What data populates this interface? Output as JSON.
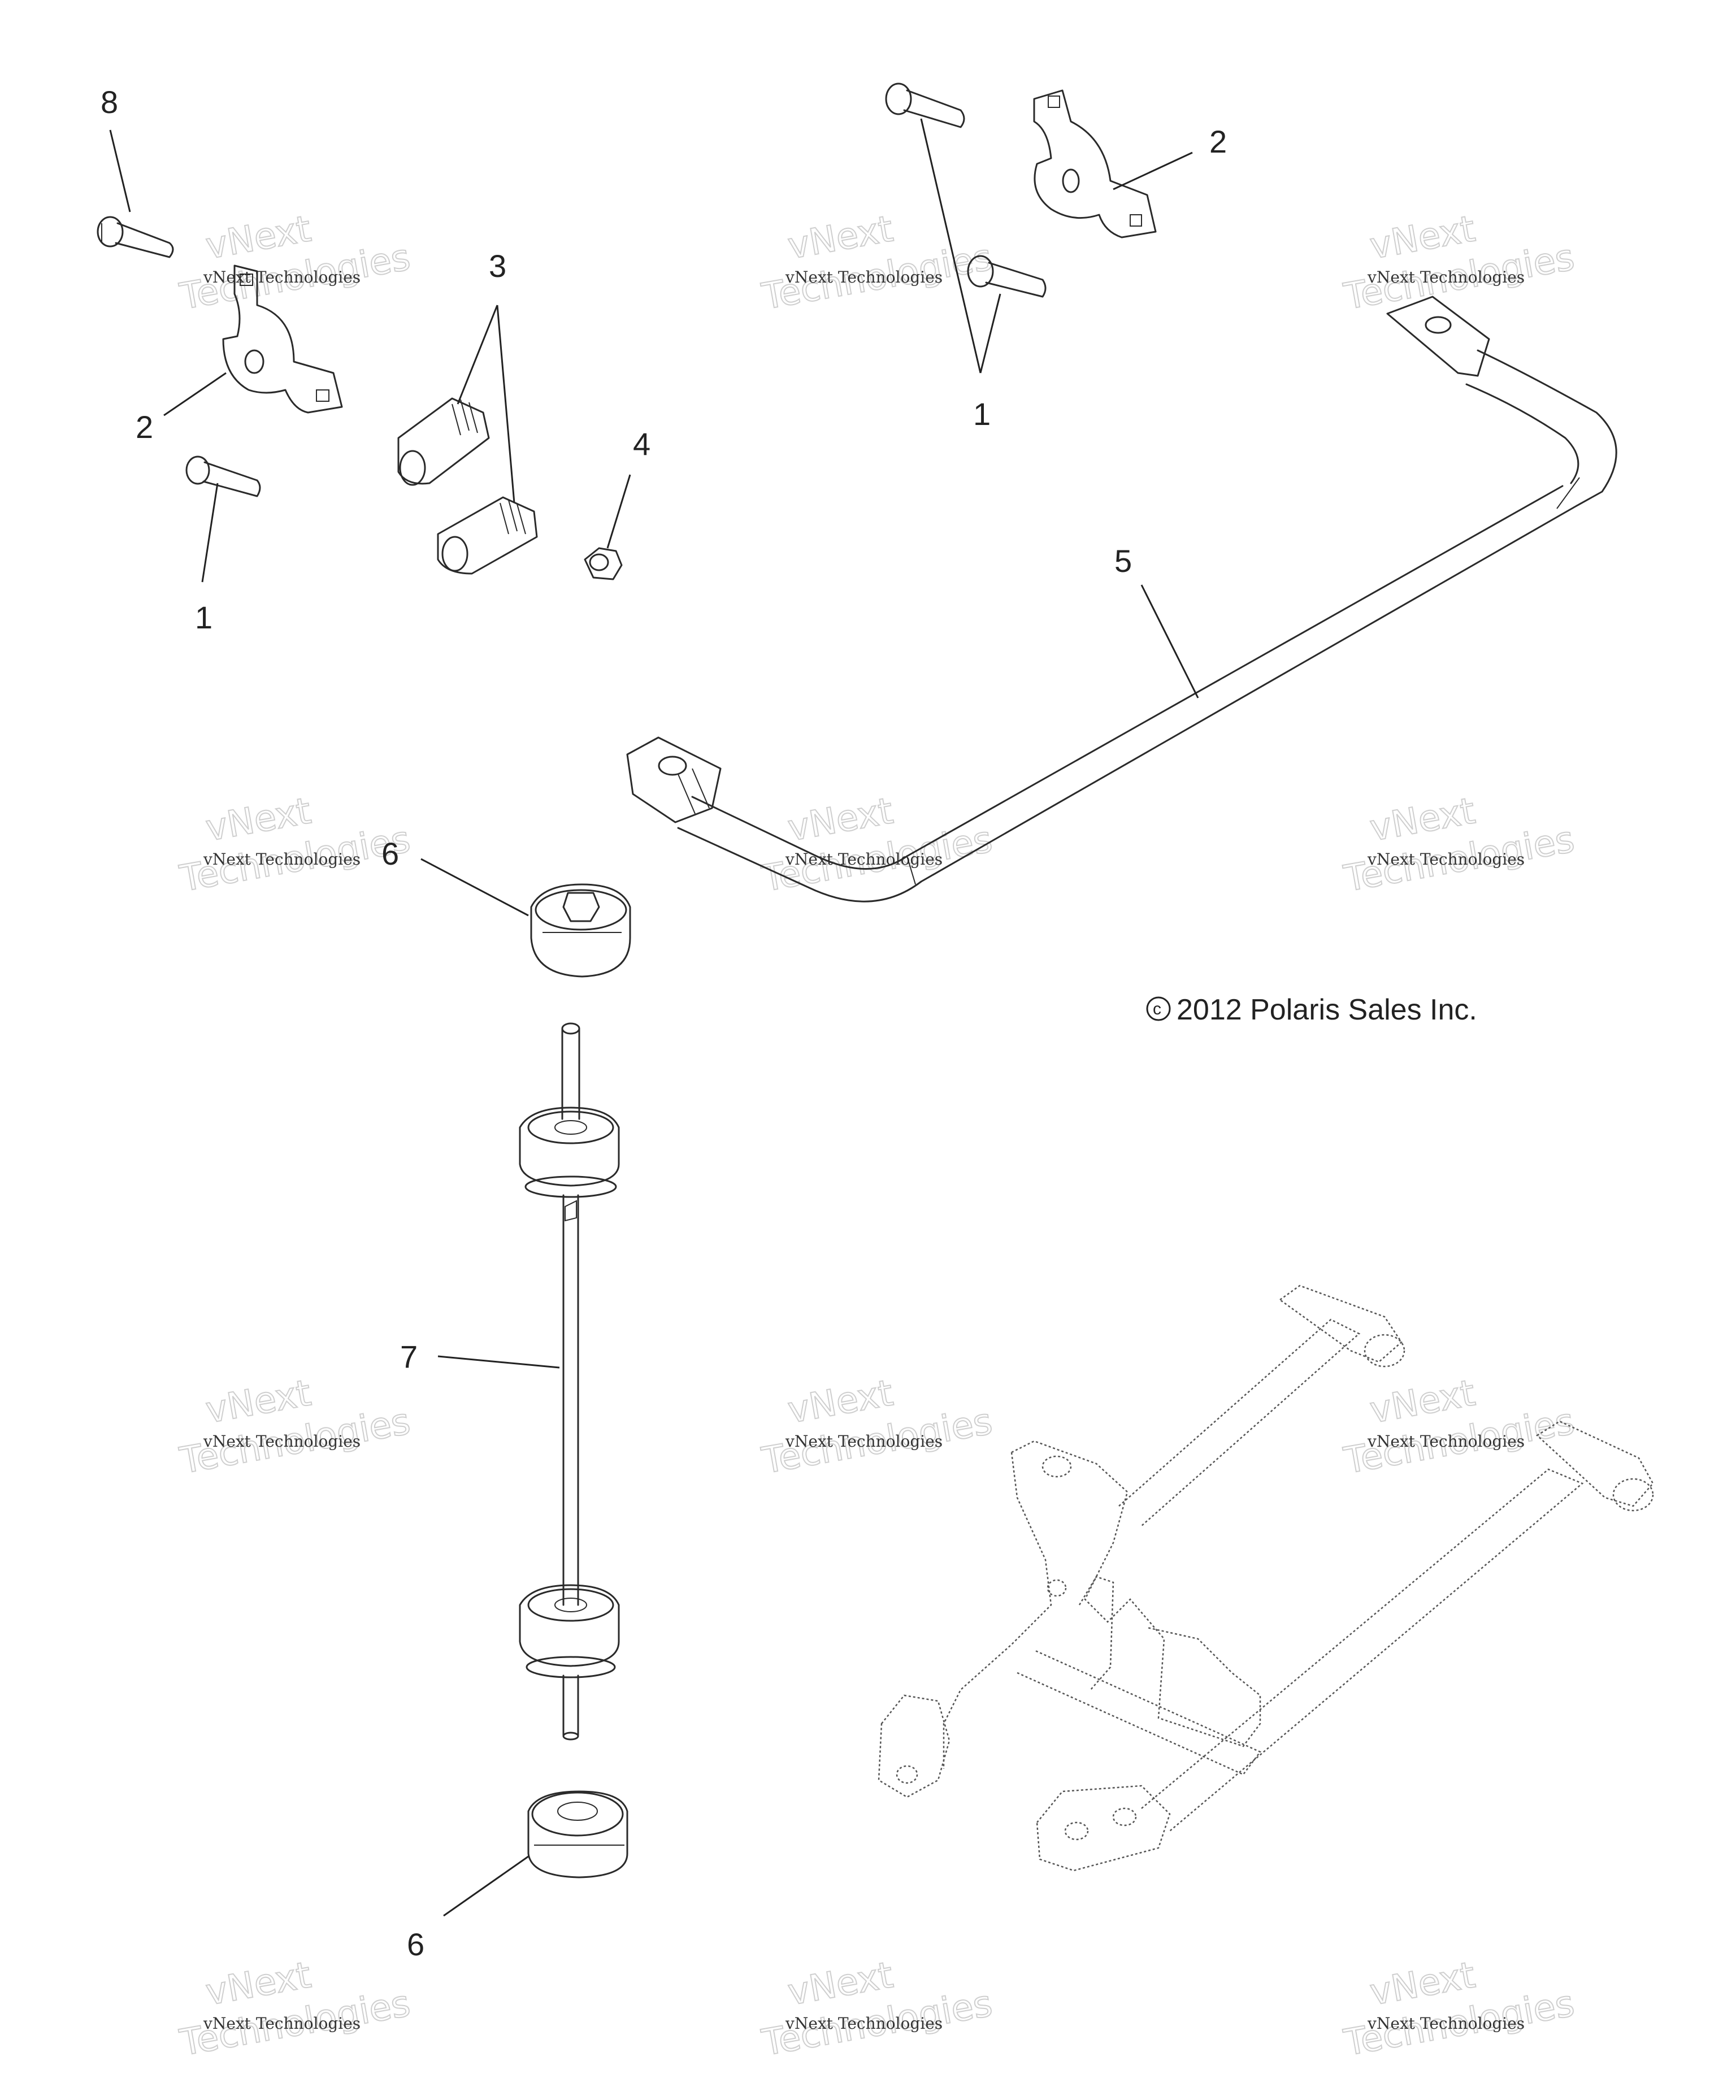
{
  "callouts": {
    "c8": "8",
    "c2_left": "2",
    "c3": "3",
    "c4": "4",
    "c1_left": "1",
    "c1_right": "1",
    "c2_right": "2",
    "c5": "5",
    "c6_top": "6",
    "c7": "7",
    "c6_bottom": "6"
  },
  "copyright": "2012 Polaris Sales Inc.",
  "copyright_symbol": "c",
  "watermark": {
    "line1": "vNext Technologies",
    "line2": "Technologies",
    "line3": "vNext"
  }
}
